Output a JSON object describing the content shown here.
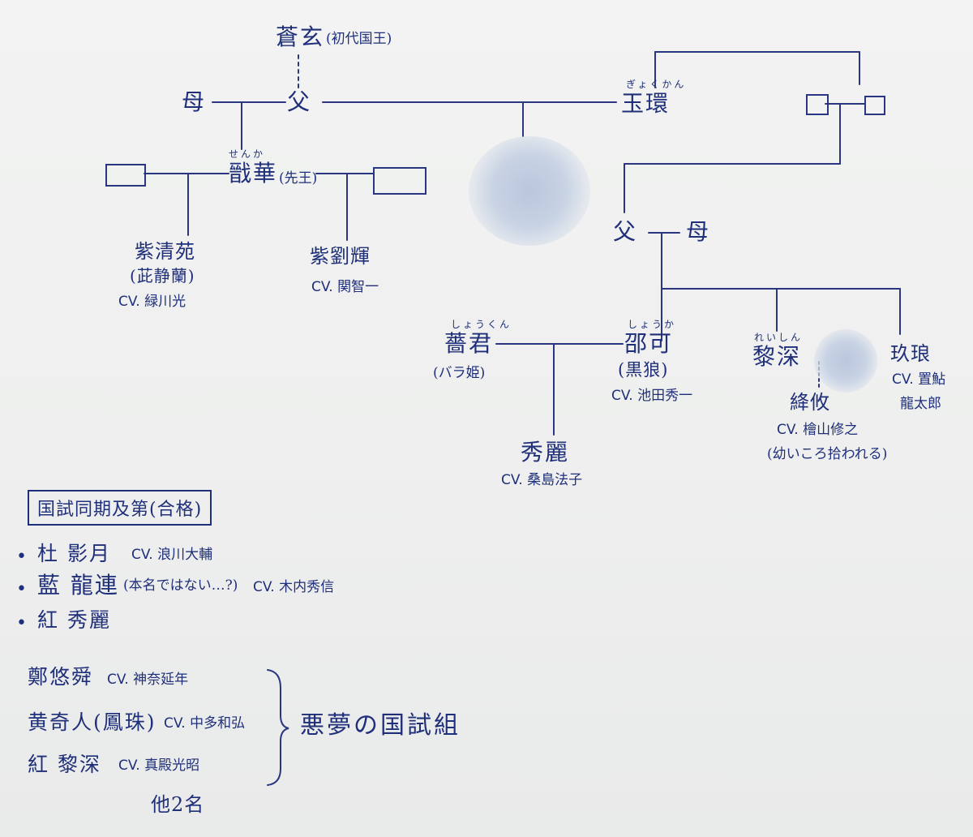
{
  "tree": {
    "founder": {
      "name": "蒼玄",
      "note": "(初代国王)"
    },
    "gen1": {
      "mother": "母",
      "father": "父",
      "gyokukan": {
        "ruby": "ぎょくかん",
        "name": "玉環"
      }
    },
    "senka": {
      "ruby": "せんか",
      "name": "戩華",
      "note": "(先王)"
    },
    "seien": {
      "name": "紫清苑",
      "alias": "(茈静蘭)",
      "cv": "CV. 緑川光"
    },
    "ryuki": {
      "name": "紫劉輝",
      "cv": "CV. 関智一"
    },
    "hyo_parents": {
      "father": "父",
      "mother": "母"
    },
    "shokun": {
      "ruby": "しょうくん",
      "name": "薔君",
      "alias": "(バラ姫)"
    },
    "shoka": {
      "ruby": "しょうか",
      "name": "邵可",
      "alias": "(黒狼)",
      "cv": "CV. 池田秀一"
    },
    "reishin": {
      "ruby": "れいしん",
      "name": "黎深"
    },
    "kuro": {
      "name": "玖琅",
      "cv_line1": "CV. 置鮎",
      "cv_line2": "龍太郎"
    },
    "shurei": {
      "name": "秀麗",
      "cv": "CV. 桑島法子"
    },
    "kouyuu": {
      "name": "絳攸",
      "cv": "CV. 檜山修之",
      "note": "(幼いころ拾われる)"
    }
  },
  "kokushi": {
    "title": "国試同期及第(合格)",
    "items": [
      {
        "bullet": "•",
        "name": "杜 影月",
        "cv": "CV. 浪川大輔"
      },
      {
        "bullet": "•",
        "name": "藍 龍連",
        "note": "(本名ではない…?)",
        "cv": "CV. 木内秀信"
      },
      {
        "bullet": "•",
        "name": "紅 秀麗"
      }
    ]
  },
  "akumu": {
    "members": [
      {
        "name": "鄭悠舜",
        "cv": "CV. 神奈延年"
      },
      {
        "name": "黄奇人(鳳珠)",
        "cv": "CV. 中多和弘"
      },
      {
        "name": "紅 黎深",
        "cv": "CV. 真殿光昭"
      }
    ],
    "others": "他2名",
    "label": "悪夢の国試組"
  },
  "colors": {
    "ink": "#1f2f7a",
    "paper": "#eeefee",
    "blur": "#b9c6dc"
  }
}
